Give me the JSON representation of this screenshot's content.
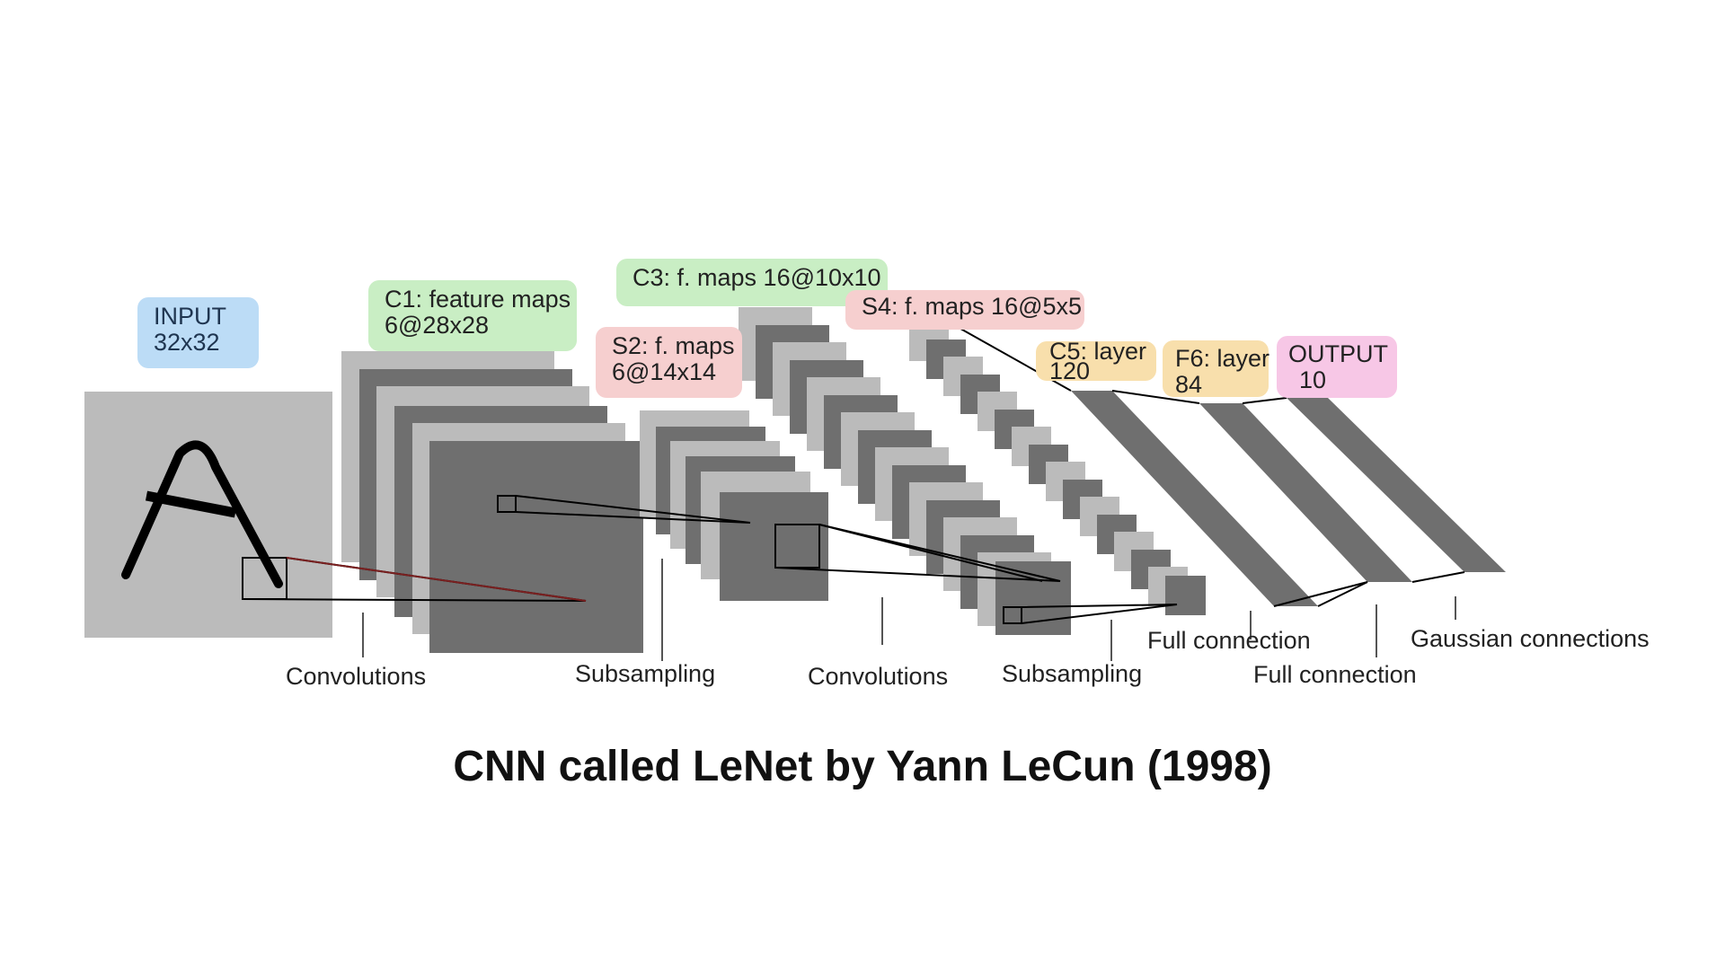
{
  "title": "CNN called LeNet by Yann LeCun (1998)",
  "colors": {
    "input": "#bcdcf6",
    "conv": "#c9eec4",
    "subsample": "#f6cfcf",
    "full": "#f8dfac",
    "output": "#f7c7e6",
    "map_light": "#bbbbbb",
    "map_dark": "#6f6f6f"
  },
  "layers": {
    "input": {
      "line1": "INPUT",
      "line2": "32x32"
    },
    "c1": {
      "line1": "C1: feature maps",
      "line2": "6@28x28"
    },
    "s2": {
      "line1": "S2: f. maps",
      "line2": "6@14x14"
    },
    "c3": {
      "line1": "C3: f. maps 16@10x10"
    },
    "s4": {
      "line1": "S4: f. maps 16@5x5"
    },
    "c5": {
      "line1": "C5: layer",
      "line2": "120"
    },
    "f6": {
      "line1": "F6: layer",
      "line2": "84"
    },
    "output": {
      "line1": "OUTPUT",
      "line2": "10"
    }
  },
  "operations": {
    "conv1": "Convolutions",
    "sub1": "Subsampling",
    "conv2": "Convolutions",
    "sub2": "Subsampling",
    "full1": "Full connection",
    "full2": "Full connection",
    "gauss": "Gaussian connections"
  }
}
